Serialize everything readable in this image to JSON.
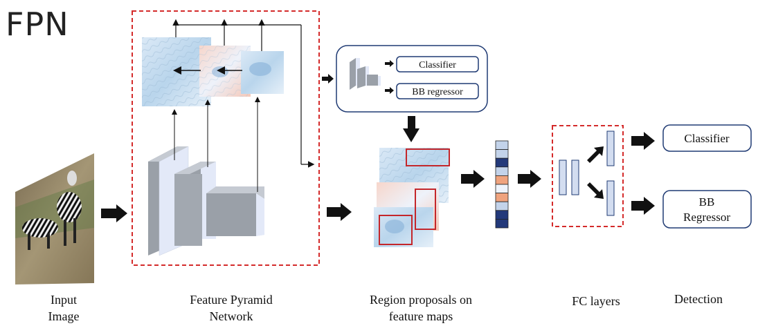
{
  "title": "FPN",
  "captions": {
    "input_l1": "Input",
    "input_l2": "Image",
    "fpn_l1": "Feature Pyramid",
    "fpn_l2": "Network",
    "rp_l1": "Region proposals on",
    "rp_l2": "feature maps",
    "fc": "FC layers",
    "detection": "Detection"
  },
  "rpn_box": {
    "classifier": "Classifier",
    "bb_regressor": "BB regressor"
  },
  "detection_box": {
    "classifier": "Classifier",
    "bb_l1": "BB",
    "bb_l2": "Regressor"
  },
  "colors": {
    "dashed_red": "#d42a2a",
    "box_border": "#1f3a73",
    "cube_front": "#e3e9f8",
    "cube_side": "#9aa0a8",
    "vector_dark": "#23397a",
    "vector_light": "#c3d3ea",
    "vector_orange": "#efa37e",
    "proposal_red": "#c4262a"
  },
  "feature_vector_cells": [
    "light",
    "light",
    "dark",
    "light",
    "orange",
    "white",
    "orange",
    "light",
    "dark",
    "dark"
  ]
}
